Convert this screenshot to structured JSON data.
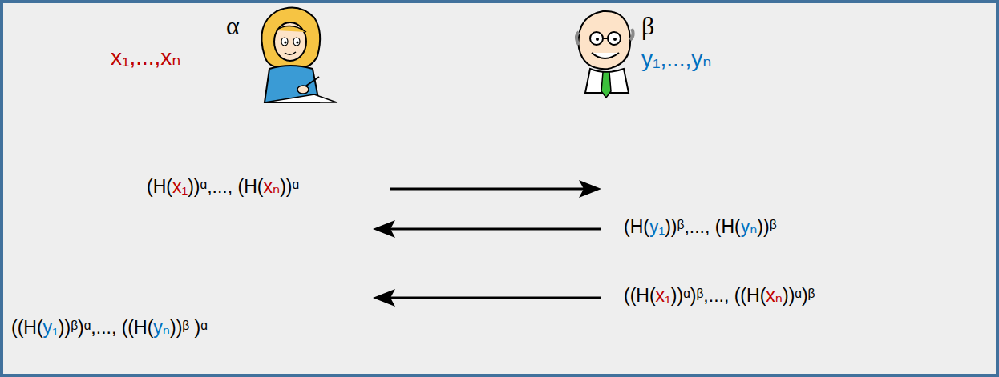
{
  "diagram": {
    "labels": [
      "α",
      "x₁,...,xₙ",
      "β",
      "y₁,...,yₙ",
      "(H(x₁))ᵅ,..., (H(xₙ))ᵅ",
      "(H(y₁))ᵝ,..., (H(yₙ))ᵝ",
      "((H(x₁))ᵅ)ᵝ,..., ((H(xₙ))ᵅ)ᵝ",
      "((H(y₁))ᵝ)ᵅ,..., ((H(yₙ))ᵝ )ᵅ"
    ]
  }
}
